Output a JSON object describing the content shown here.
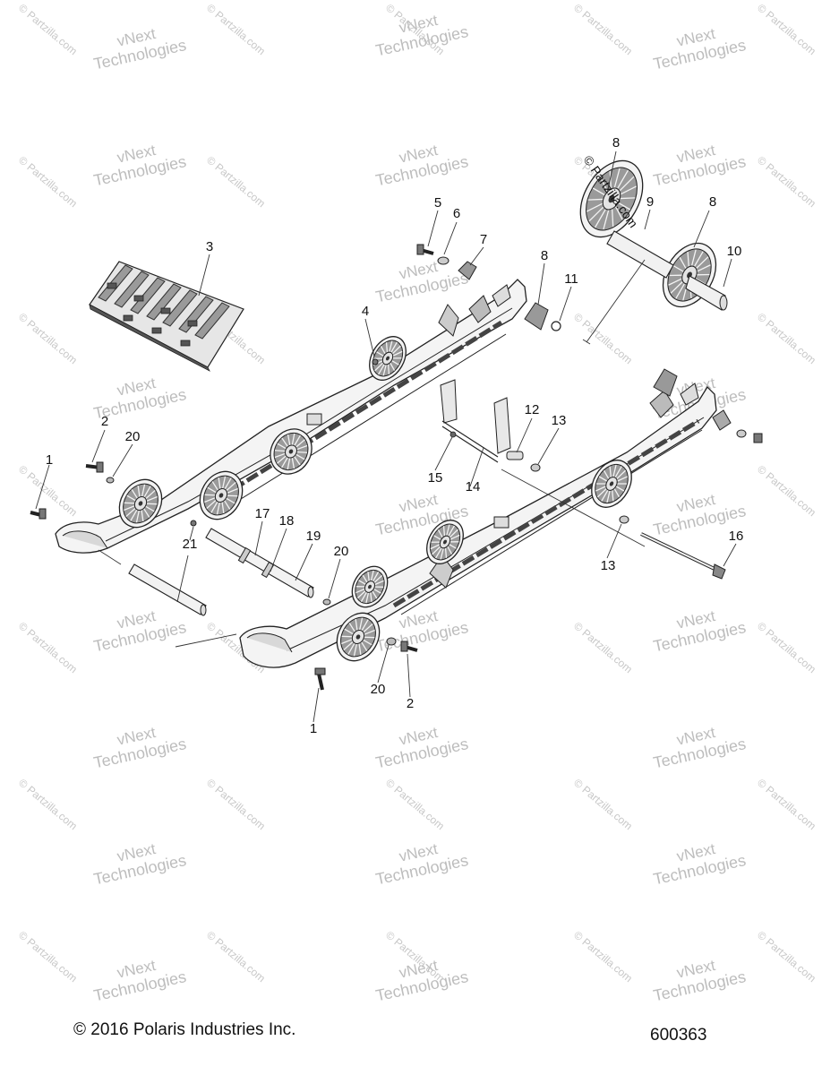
{
  "watermarks": {
    "brand_line1": "vNext",
    "brand_line2": "Technologies",
    "site": "© Partzilla.com"
  },
  "diagram_mark": "© Partzilla.com",
  "callouts": [
    "8",
    "9",
    "8",
    "10",
    "5",
    "6",
    "7",
    "8",
    "11",
    "3",
    "4",
    "2",
    "20",
    "1",
    "12",
    "13",
    "15",
    "14",
    "17",
    "18",
    "19",
    "20",
    "21",
    "13",
    "16",
    "20",
    "2",
    "1"
  ],
  "footer": {
    "copyright": "© 2016 Polaris Industries Inc.",
    "diagram_number": "600363"
  }
}
